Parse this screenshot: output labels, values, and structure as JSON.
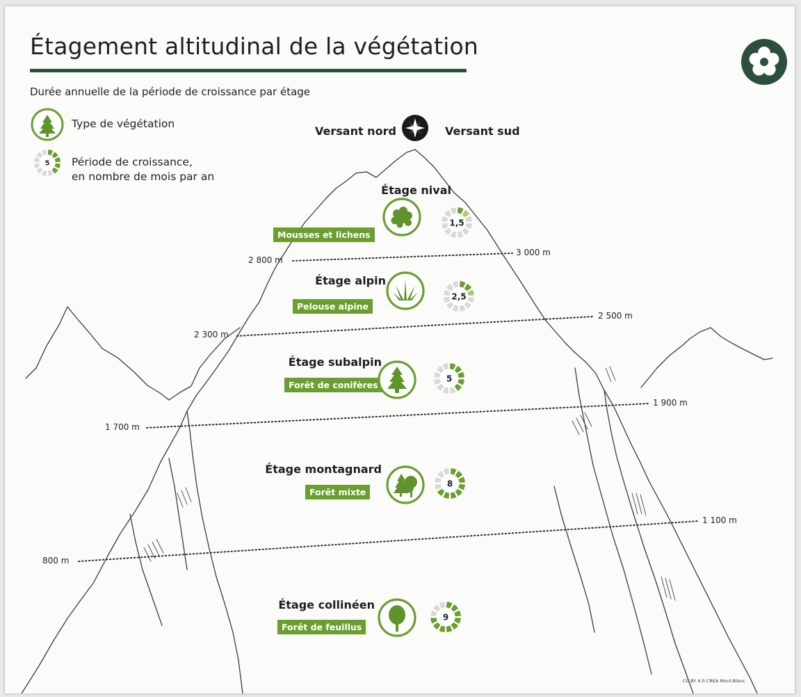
{
  "title": "Étagement altitudinal de la végétation",
  "subtitle": "Durée annuelle de la période de croissance par étage",
  "legend": {
    "vegetation_label": "Type de végétation",
    "growth_label_line1": "Période de croissance,",
    "growth_label_line2": "en nombre de mois par an",
    "growth_example": "5"
  },
  "orientation": {
    "north": "Versant nord",
    "south": "Versant sud",
    "icon": "compass-icon"
  },
  "stages": [
    {
      "name": "Étage nival",
      "vegetation": "Mousses et lichens",
      "months": "1,5",
      "months_value": 1.5,
      "icon": "moss-icon"
    },
    {
      "name": "Étage alpin",
      "vegetation": "Pelouse alpine",
      "months": "2,5",
      "months_value": 2.5,
      "icon": "grass-icon"
    },
    {
      "name": "Étage subalpin",
      "vegetation": "Forêt de conifères",
      "months": "5",
      "months_value": 5,
      "icon": "conifer-icon"
    },
    {
      "name": "Étage montagnard",
      "vegetation": "Forêt mixte",
      "months": "8",
      "months_value": 8,
      "icon": "mixed-forest-icon"
    },
    {
      "name": "Étage collinéen",
      "vegetation": "Forêt de feuillus",
      "months": "9",
      "months_value": 9,
      "icon": "deciduous-tree-icon"
    }
  ],
  "limits": [
    {
      "north": "2 800 m",
      "south": "3 000 m"
    },
    {
      "north": "2 300 m",
      "south": "2 500 m"
    },
    {
      "north": "1 700 m",
      "south": "1 900 m"
    },
    {
      "north": "800 m",
      "south": "1 100 m"
    }
  ],
  "credit": "CC BY 4.0 CREA Mont-Blanc",
  "colors": {
    "green": "#6a9e2f",
    "dark_green": "#2c4f3c",
    "light_segment": "#d9d9d5"
  },
  "logo_icon": "flower-icon"
}
